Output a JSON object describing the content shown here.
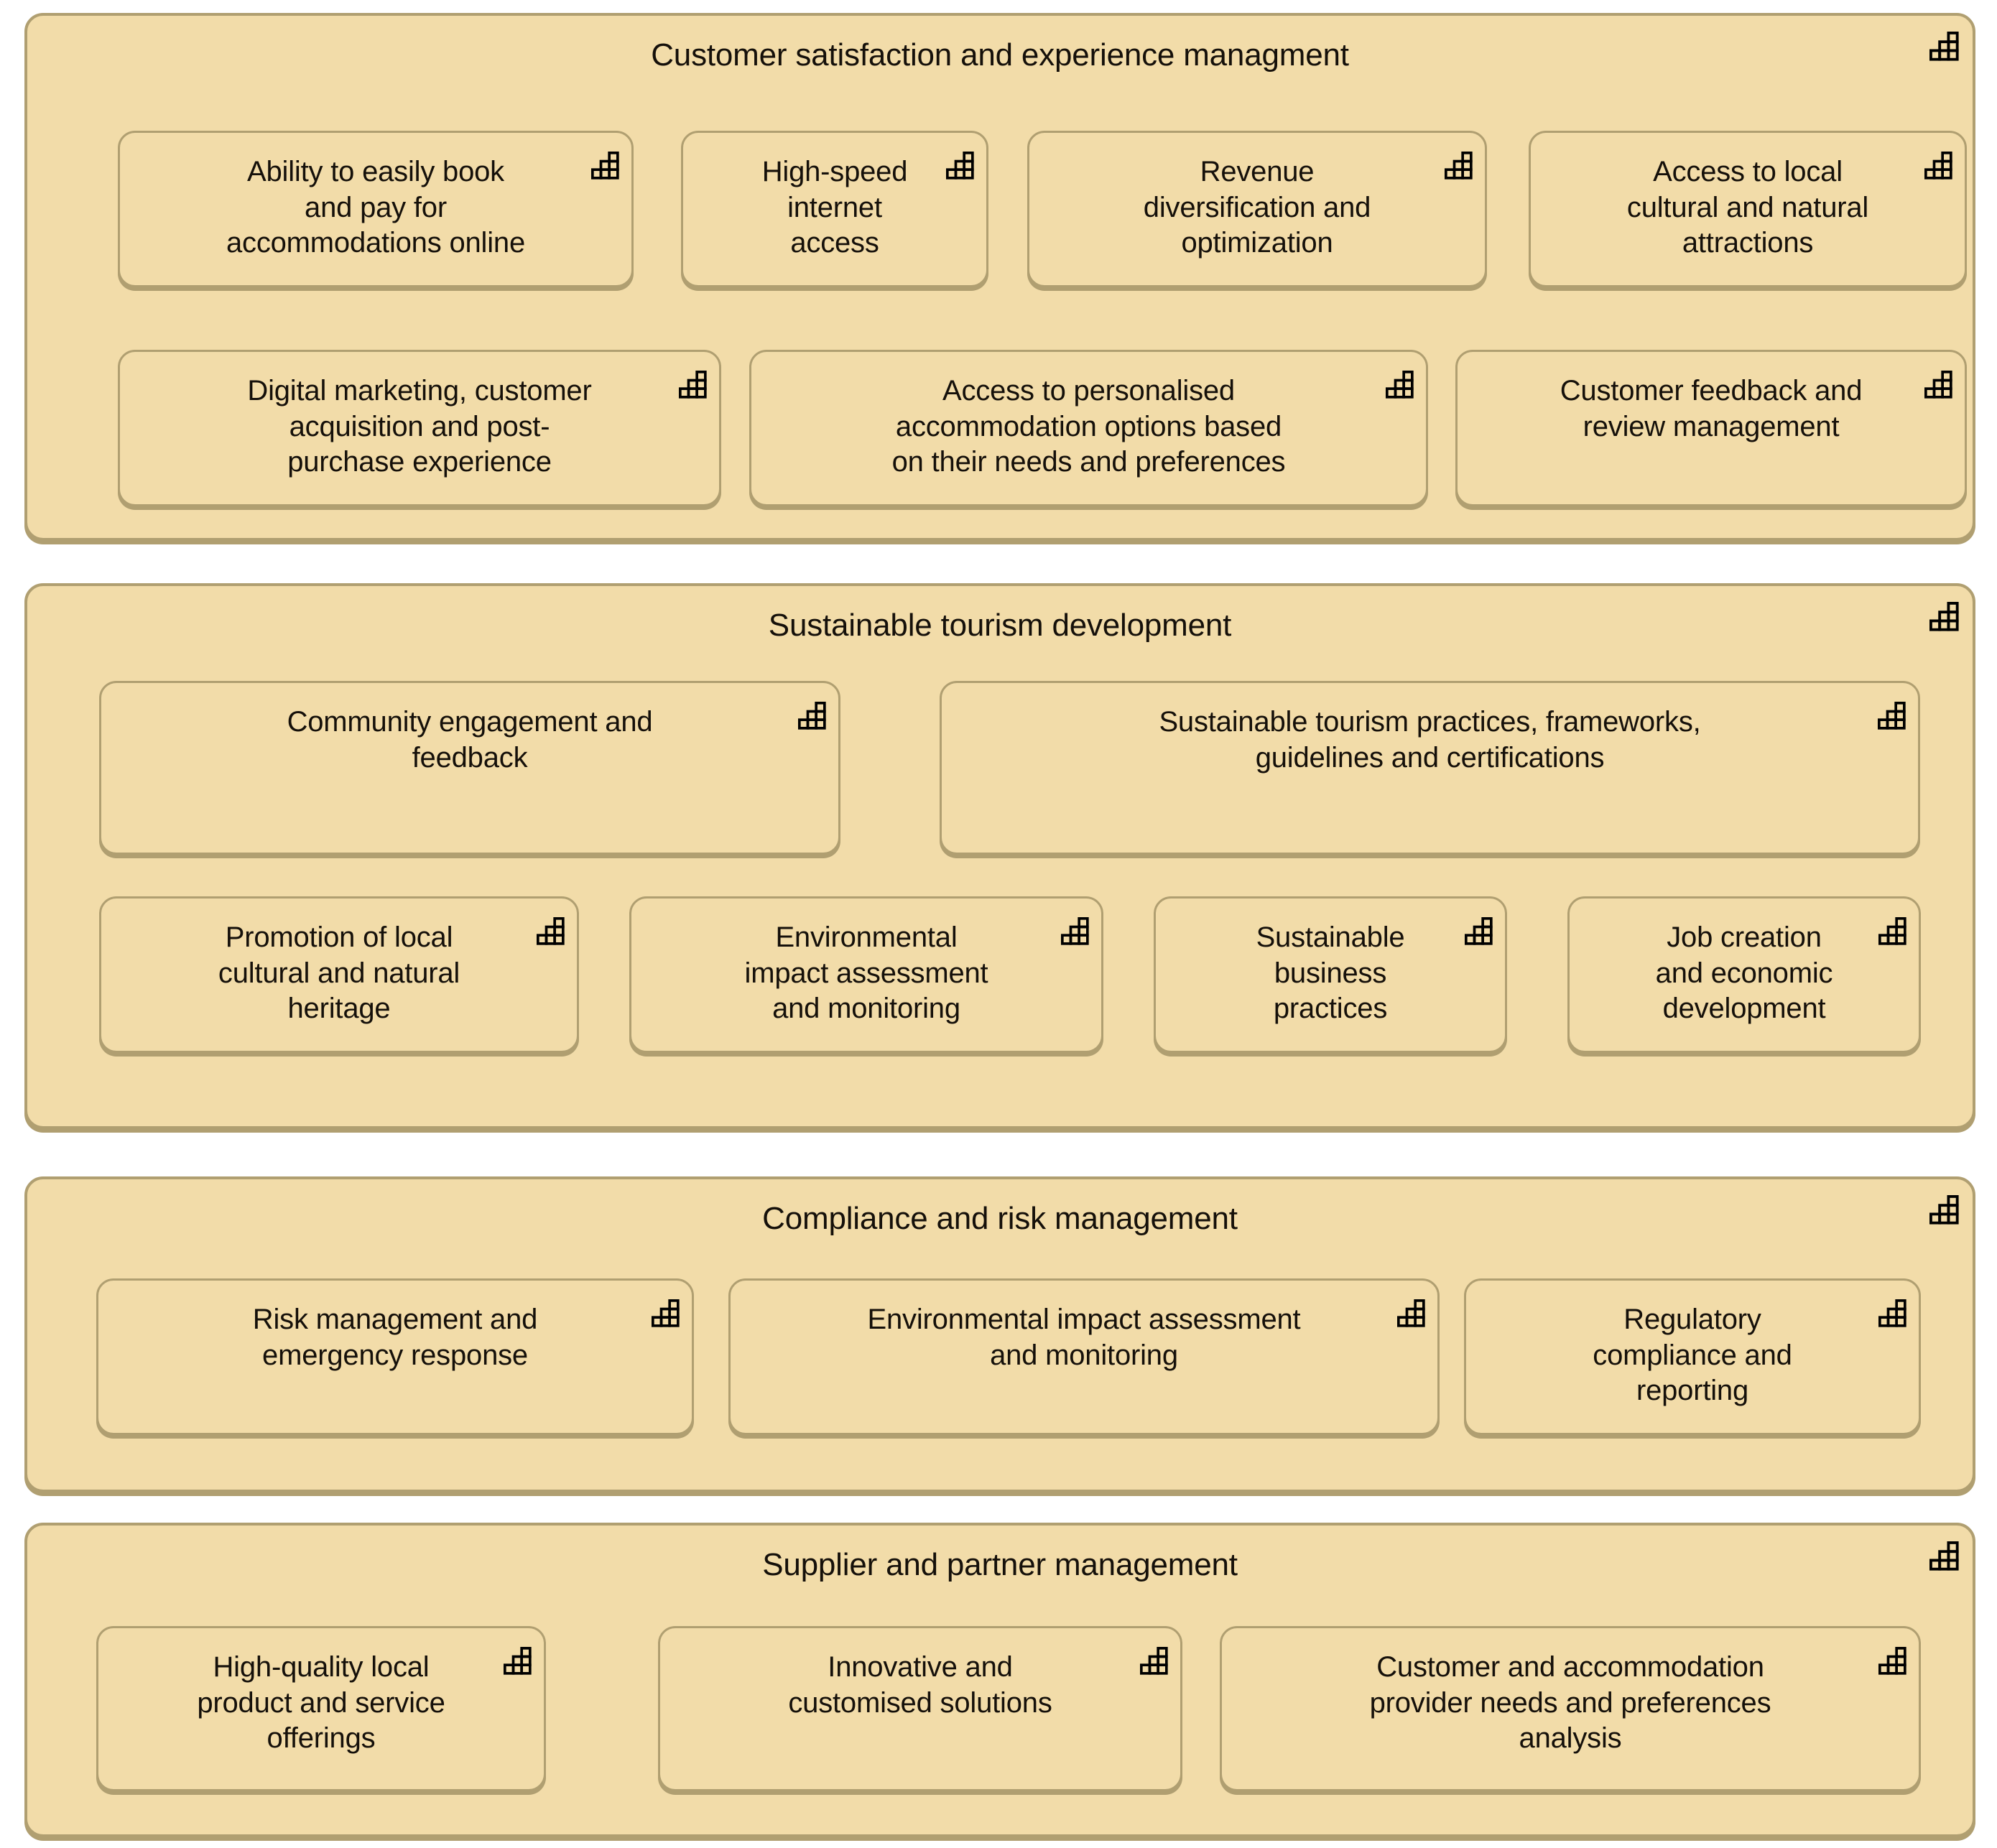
{
  "diagram": {
    "title": "Hospitality / tourism capability map",
    "icon_name": "capability-icon",
    "colors": {
      "fill": "#f2dca9",
      "border": "#b09f71",
      "text": "#15100a",
      "page_background": "#ffffff"
    }
  },
  "groups": [
    {
      "id": "customer-satisfaction",
      "title": "Customer satisfaction and experience managment",
      "rows": [
        [
          {
            "label": "Ability to easily book\nand pay for\naccommodations online"
          },
          {
            "label": "High-speed\ninternet\naccess"
          },
          {
            "label": "Revenue\ndiversification and\noptimization"
          },
          {
            "label": "Access to local\ncultural and natural\nattractions"
          }
        ],
        [
          {
            "label": "Digital marketing,  customer\nacquisition and post-\npurchase experience"
          },
          {
            "label": "Access to personalised\naccommodation options based\non their needs and preferences"
          },
          {
            "label": "Customer feedback and\nreview management"
          }
        ]
      ]
    },
    {
      "id": "sustainable-tourism",
      "title": "Sustainable tourism development",
      "rows": [
        [
          {
            "label": "Community engagement and\nfeedback"
          },
          {
            "label": "Sustainable tourism practices, frameworks,\nguidelines and certifications"
          }
        ],
        [
          {
            "label": "Promotion of local\ncultural and natural\nheritage"
          },
          {
            "label": "Environmental\nimpact assessment\nand monitoring"
          },
          {
            "label": "Sustainable\nbusiness\npractices"
          },
          {
            "label": "Job creation\nand economic\ndevelopment"
          }
        ]
      ]
    },
    {
      "id": "compliance-risk",
      "title": "Compliance and risk management",
      "rows": [
        [
          {
            "label": "Risk management and\nemergency response"
          },
          {
            "label": "Environmental impact assessment\nand monitoring"
          },
          {
            "label": "Regulatory\ncompliance and\nreporting"
          }
        ]
      ]
    },
    {
      "id": "supplier-partner",
      "title": "Supplier and partner management",
      "rows": [
        [
          {
            "label": "High-quality local\nproduct and service\nofferings"
          },
          {
            "label": "Innovative and\ncustomised solutions"
          },
          {
            "label": "Customer and accommodation\nprovider needs and preferences\nanalysis"
          }
        ]
      ]
    }
  ]
}
